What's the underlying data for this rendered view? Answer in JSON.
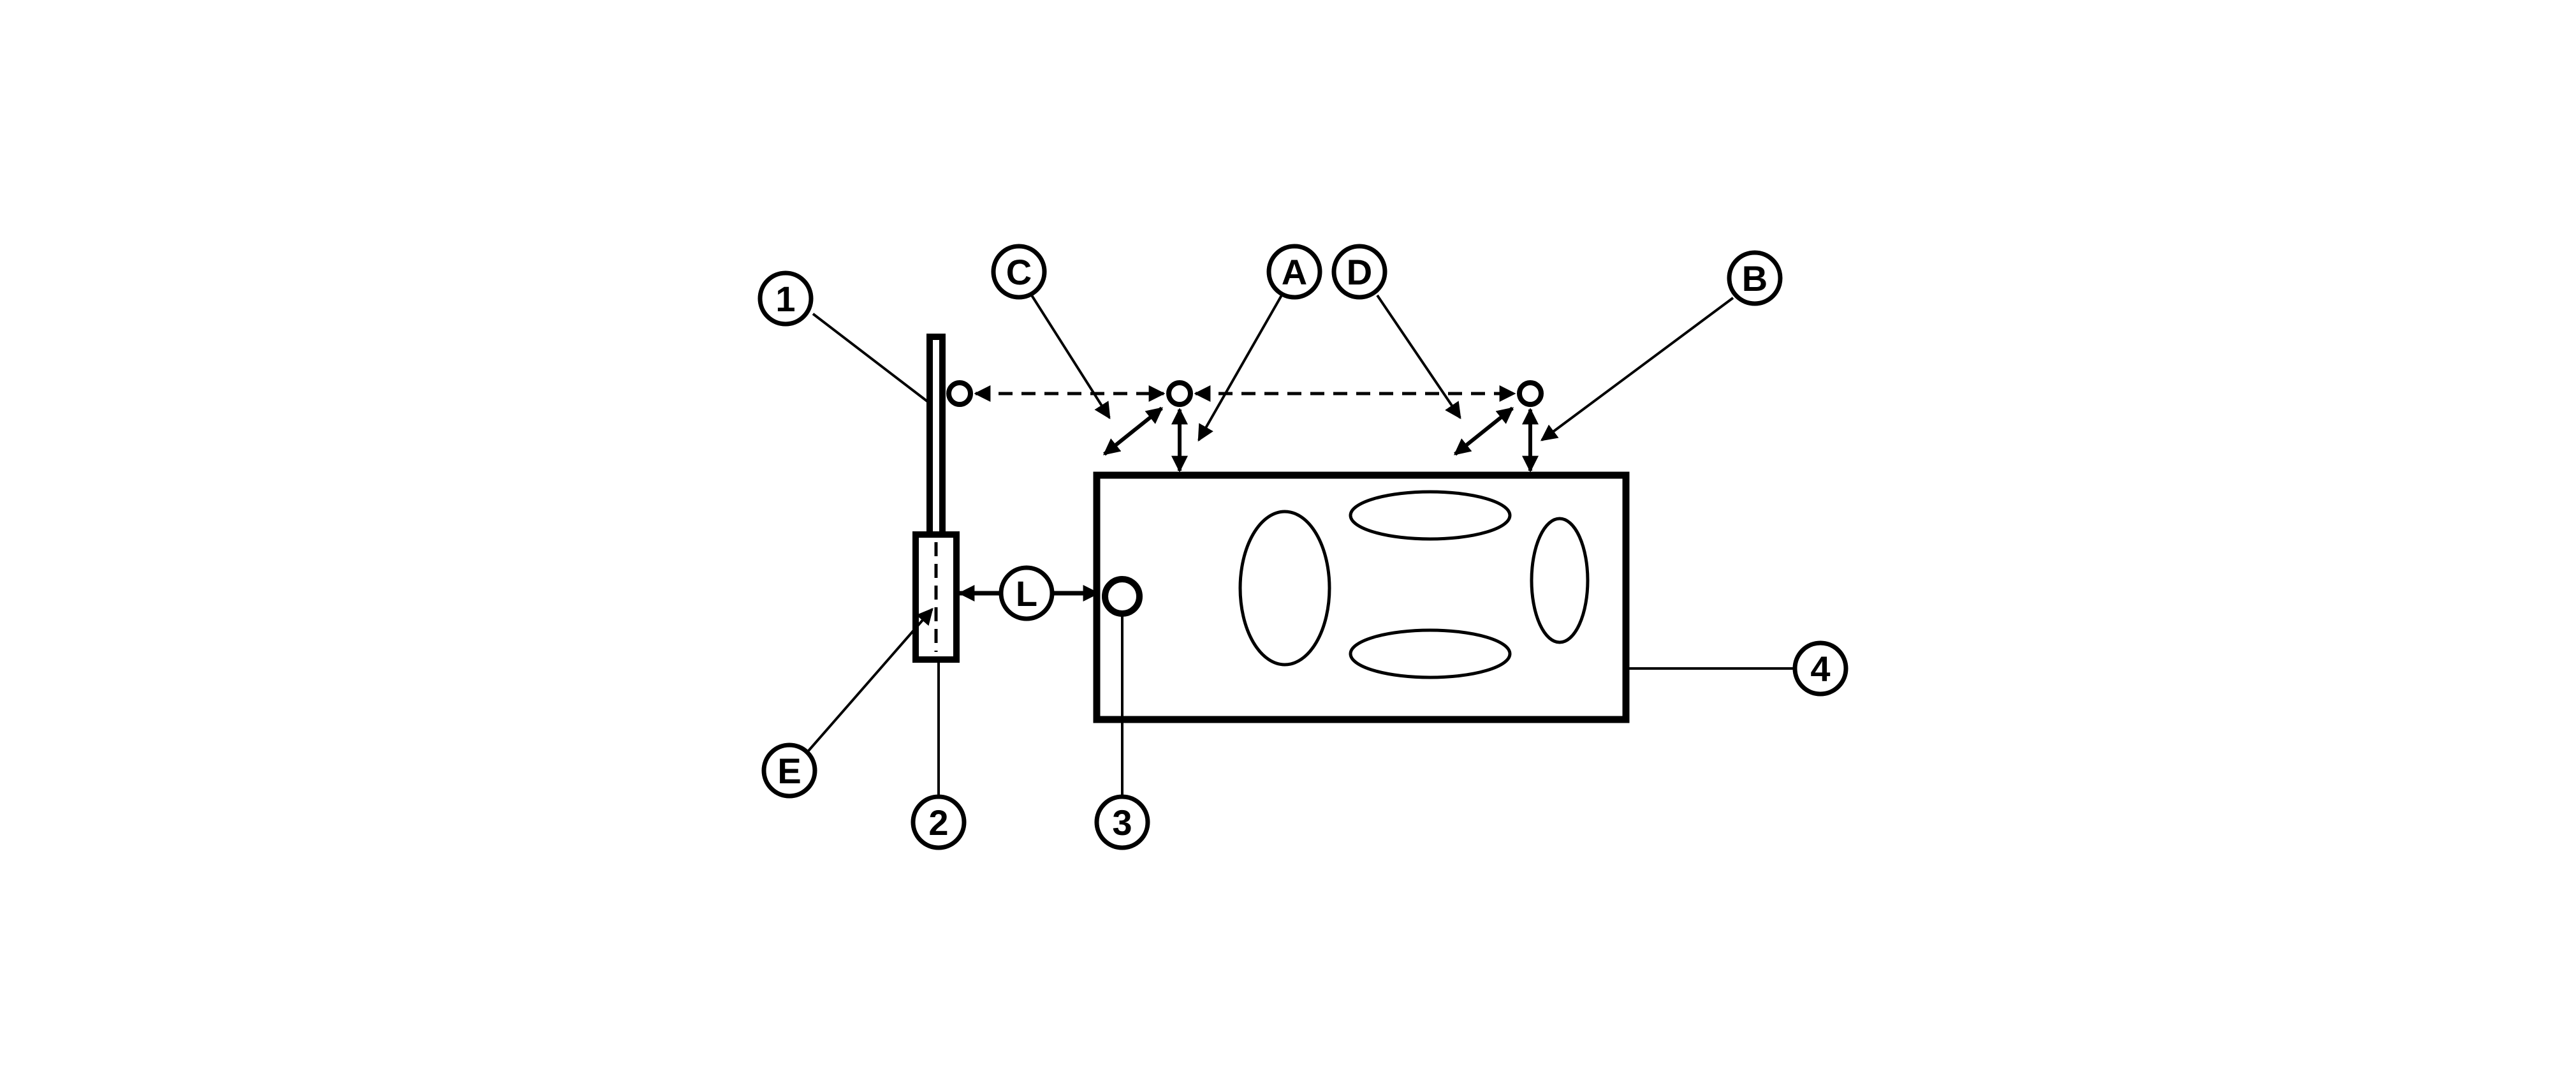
{
  "diagram": {
    "callouts": {
      "c1": "1",
      "c2": "2",
      "c3": "3",
      "c4": "4",
      "cA": "A",
      "cB": "B",
      "cC": "C",
      "cD": "D",
      "cE": "E",
      "cL": "L"
    }
  },
  "colors": {
    "line": "#000000",
    "background": "#ffffff"
  }
}
